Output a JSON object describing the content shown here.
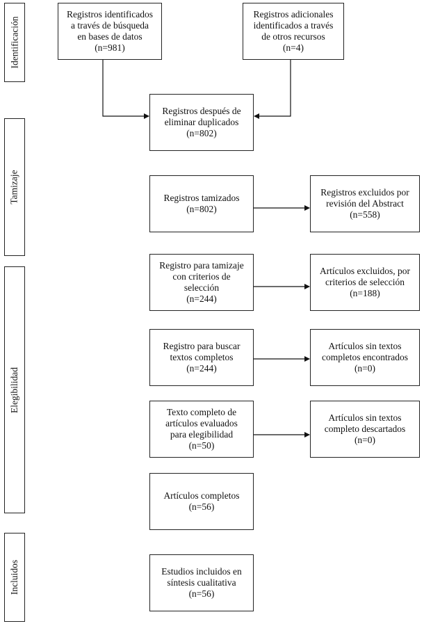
{
  "stages": {
    "identification": "Identificación",
    "screening": "Tamizaje",
    "eligibility": "Elegibilidad",
    "included": "Incluidos"
  },
  "boxes": {
    "db_records": {
      "lines": [
        "Registros identificados",
        "a través de búsqueda",
        "en bases de datos"
      ],
      "count": "(n=981)"
    },
    "other_records": {
      "lines": [
        "Registros adicionales",
        "identificados a través",
        "de otros recursos"
      ],
      "count": "(n=4)"
    },
    "deduplicated": {
      "lines": [
        "Registros después de",
        "eliminar duplicados"
      ],
      "count": "(n=802)"
    },
    "screened": {
      "lines": [
        "Registros tamizados"
      ],
      "count": "(n=802)"
    },
    "excluded_abstract": {
      "lines": [
        "Registros excluidos por",
        "revisión del Abstract"
      ],
      "count": "(n=558)"
    },
    "criteria_screen": {
      "lines": [
        "Registro para tamizaje",
        "con criterios de",
        "selección"
      ],
      "count": "(n=244)"
    },
    "excluded_criteria": {
      "lines": [
        "Artículos excluidos, por",
        "criterios de selección"
      ],
      "count": "(n=188)"
    },
    "fulltext_search": {
      "lines": [
        "Registro para buscar",
        "textos completos"
      ],
      "count": "(n=244)"
    },
    "no_fulltext_found": {
      "lines": [
        "Artículos sin textos",
        "completos encontrados"
      ],
      "count": "(n=0)"
    },
    "fulltext_assessed": {
      "lines": [
        "Texto completo de",
        "artículos evaluados",
        "para elegibilidad"
      ],
      "count": "(n=50)"
    },
    "no_fulltext_discarded": {
      "lines": [
        "Artículos sin textos",
        "completo descartados"
      ],
      "count": "(n=0)"
    },
    "complete_articles": {
      "lines": [
        "Artículos completos"
      ],
      "count": "(n=56)"
    },
    "included_studies": {
      "lines": [
        "Estudios incluidos en",
        "síntesis cualitativa"
      ],
      "count": "(n=56)"
    }
  }
}
